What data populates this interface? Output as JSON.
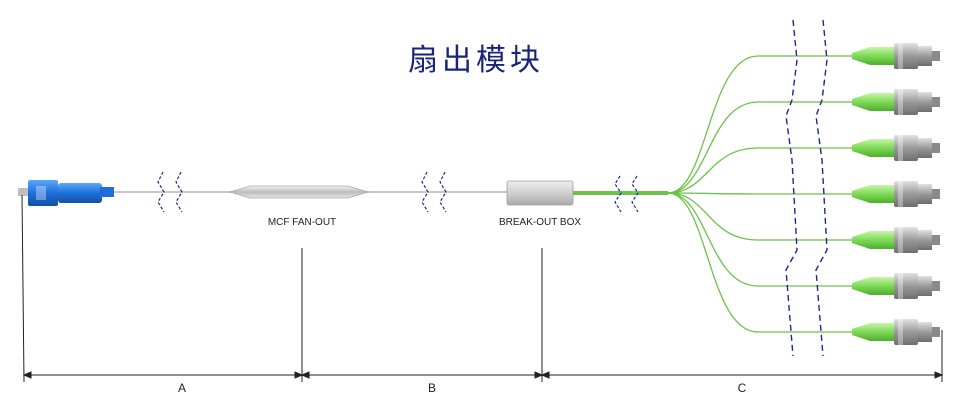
{
  "title": "扇出模块",
  "labels": {
    "fan_out": "MCF FAN-OUT",
    "break_out": "BREAK-OUT BOX"
  },
  "dimensions": {
    "a": "A",
    "b": "B",
    "c": "C"
  },
  "colors": {
    "title": "#1a237e",
    "sc_connector": "#1e6fd9",
    "fiber_green": "#6cc24a",
    "fc_boot": "#7ed957",
    "fc_body": "#9a9a9a",
    "dash_blue": "#1a2a8a",
    "cable_gray": "#c8c8c8"
  },
  "icons": {
    "sc_connector": "sc-connector-icon",
    "fanout_device": "mcf-fanout-device-icon",
    "breakout_box": "breakout-box-icon",
    "fc_connector": "fc-connector-icon",
    "break_mark": "cable-break-mark-icon"
  },
  "fc_connector_count": 7
}
